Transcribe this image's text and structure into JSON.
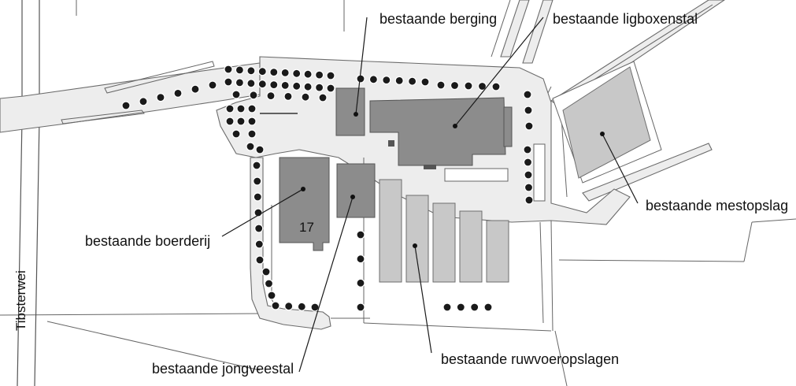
{
  "map": {
    "road_name": "Tibsterwei",
    "building_number": "17",
    "labels": {
      "berging": "bestaande berging",
      "ligboxenstal": "bestaande ligboxenstal",
      "mestopslag": "bestaande mestopslag",
      "boerderij": "bestaande boerderij",
      "jongveestal": "bestaande jongveestal",
      "ruwvoeropslagen": "bestaande ruwvoeropslagen"
    },
    "colors": {
      "building_dark": "#8c8c8c",
      "building_light": "#c8c8c8",
      "pavement": "#ededed",
      "trees": "#1a1a1a"
    }
  }
}
